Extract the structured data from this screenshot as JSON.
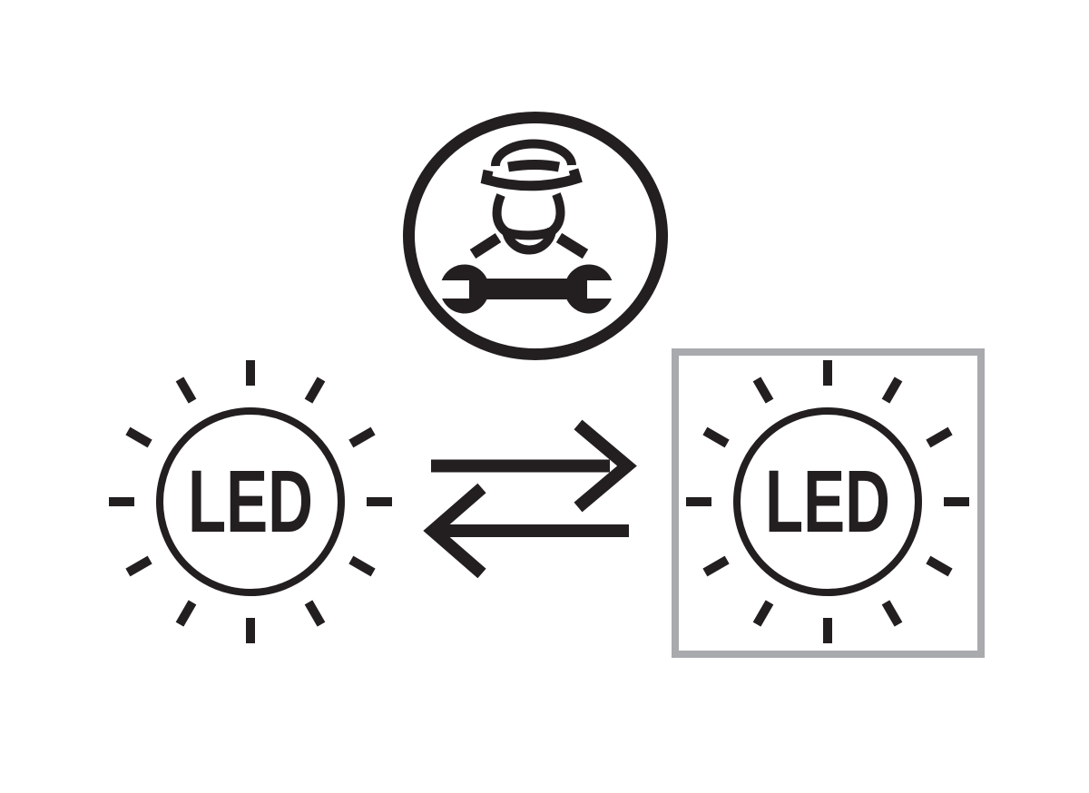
{
  "colors": {
    "ink": "#231f20",
    "frame": "#a8aaad",
    "background": "#ffffff"
  },
  "icons": {
    "top": "technician-service-icon (person with cap and wrench in circle)",
    "left": "led-sun-icon",
    "center": "exchange-arrows-icon",
    "right": "led-sun-in-gray-frame-icon"
  },
  "labels": {
    "left_led": "LED",
    "right_led": "LED"
  }
}
